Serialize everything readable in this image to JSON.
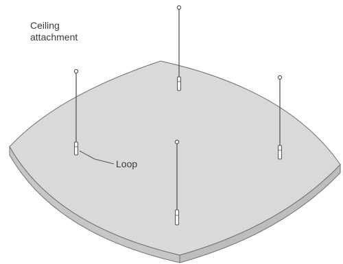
{
  "labels": {
    "ceiling_line1": "Ceiling",
    "ceiling_line2": "attachment",
    "loop": "Loop"
  },
  "colors": {
    "panel_top": "#d9d9d9",
    "panel_edge": "#c6c6c6",
    "outline": "#6e6e6e",
    "cable": "#555555"
  }
}
